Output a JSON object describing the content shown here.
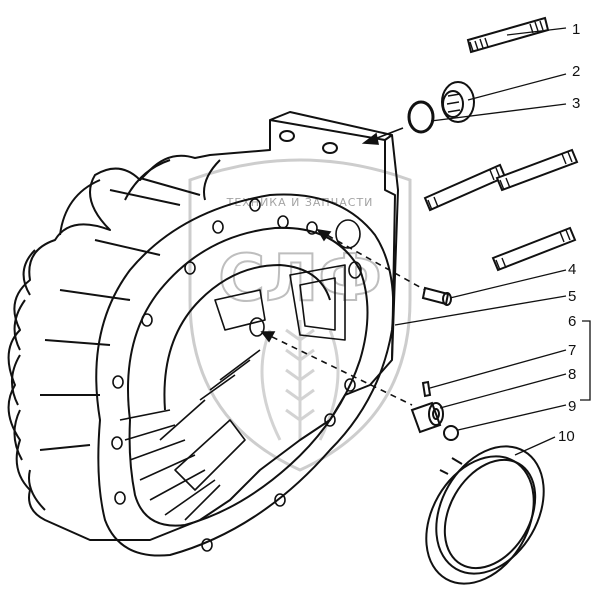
{
  "watermark": {
    "brand_top": "ТЕХНИКА И ЗАПЧАСТИ",
    "brand_big": "СЛФ"
  },
  "callouts": [
    {
      "num": "1"
    },
    {
      "num": "2"
    },
    {
      "num": "3"
    },
    {
      "num": "4"
    },
    {
      "num": "5"
    },
    {
      "num": "6"
    },
    {
      "num": "7"
    },
    {
      "num": "8"
    },
    {
      "num": "9"
    },
    {
      "num": "10"
    }
  ]
}
